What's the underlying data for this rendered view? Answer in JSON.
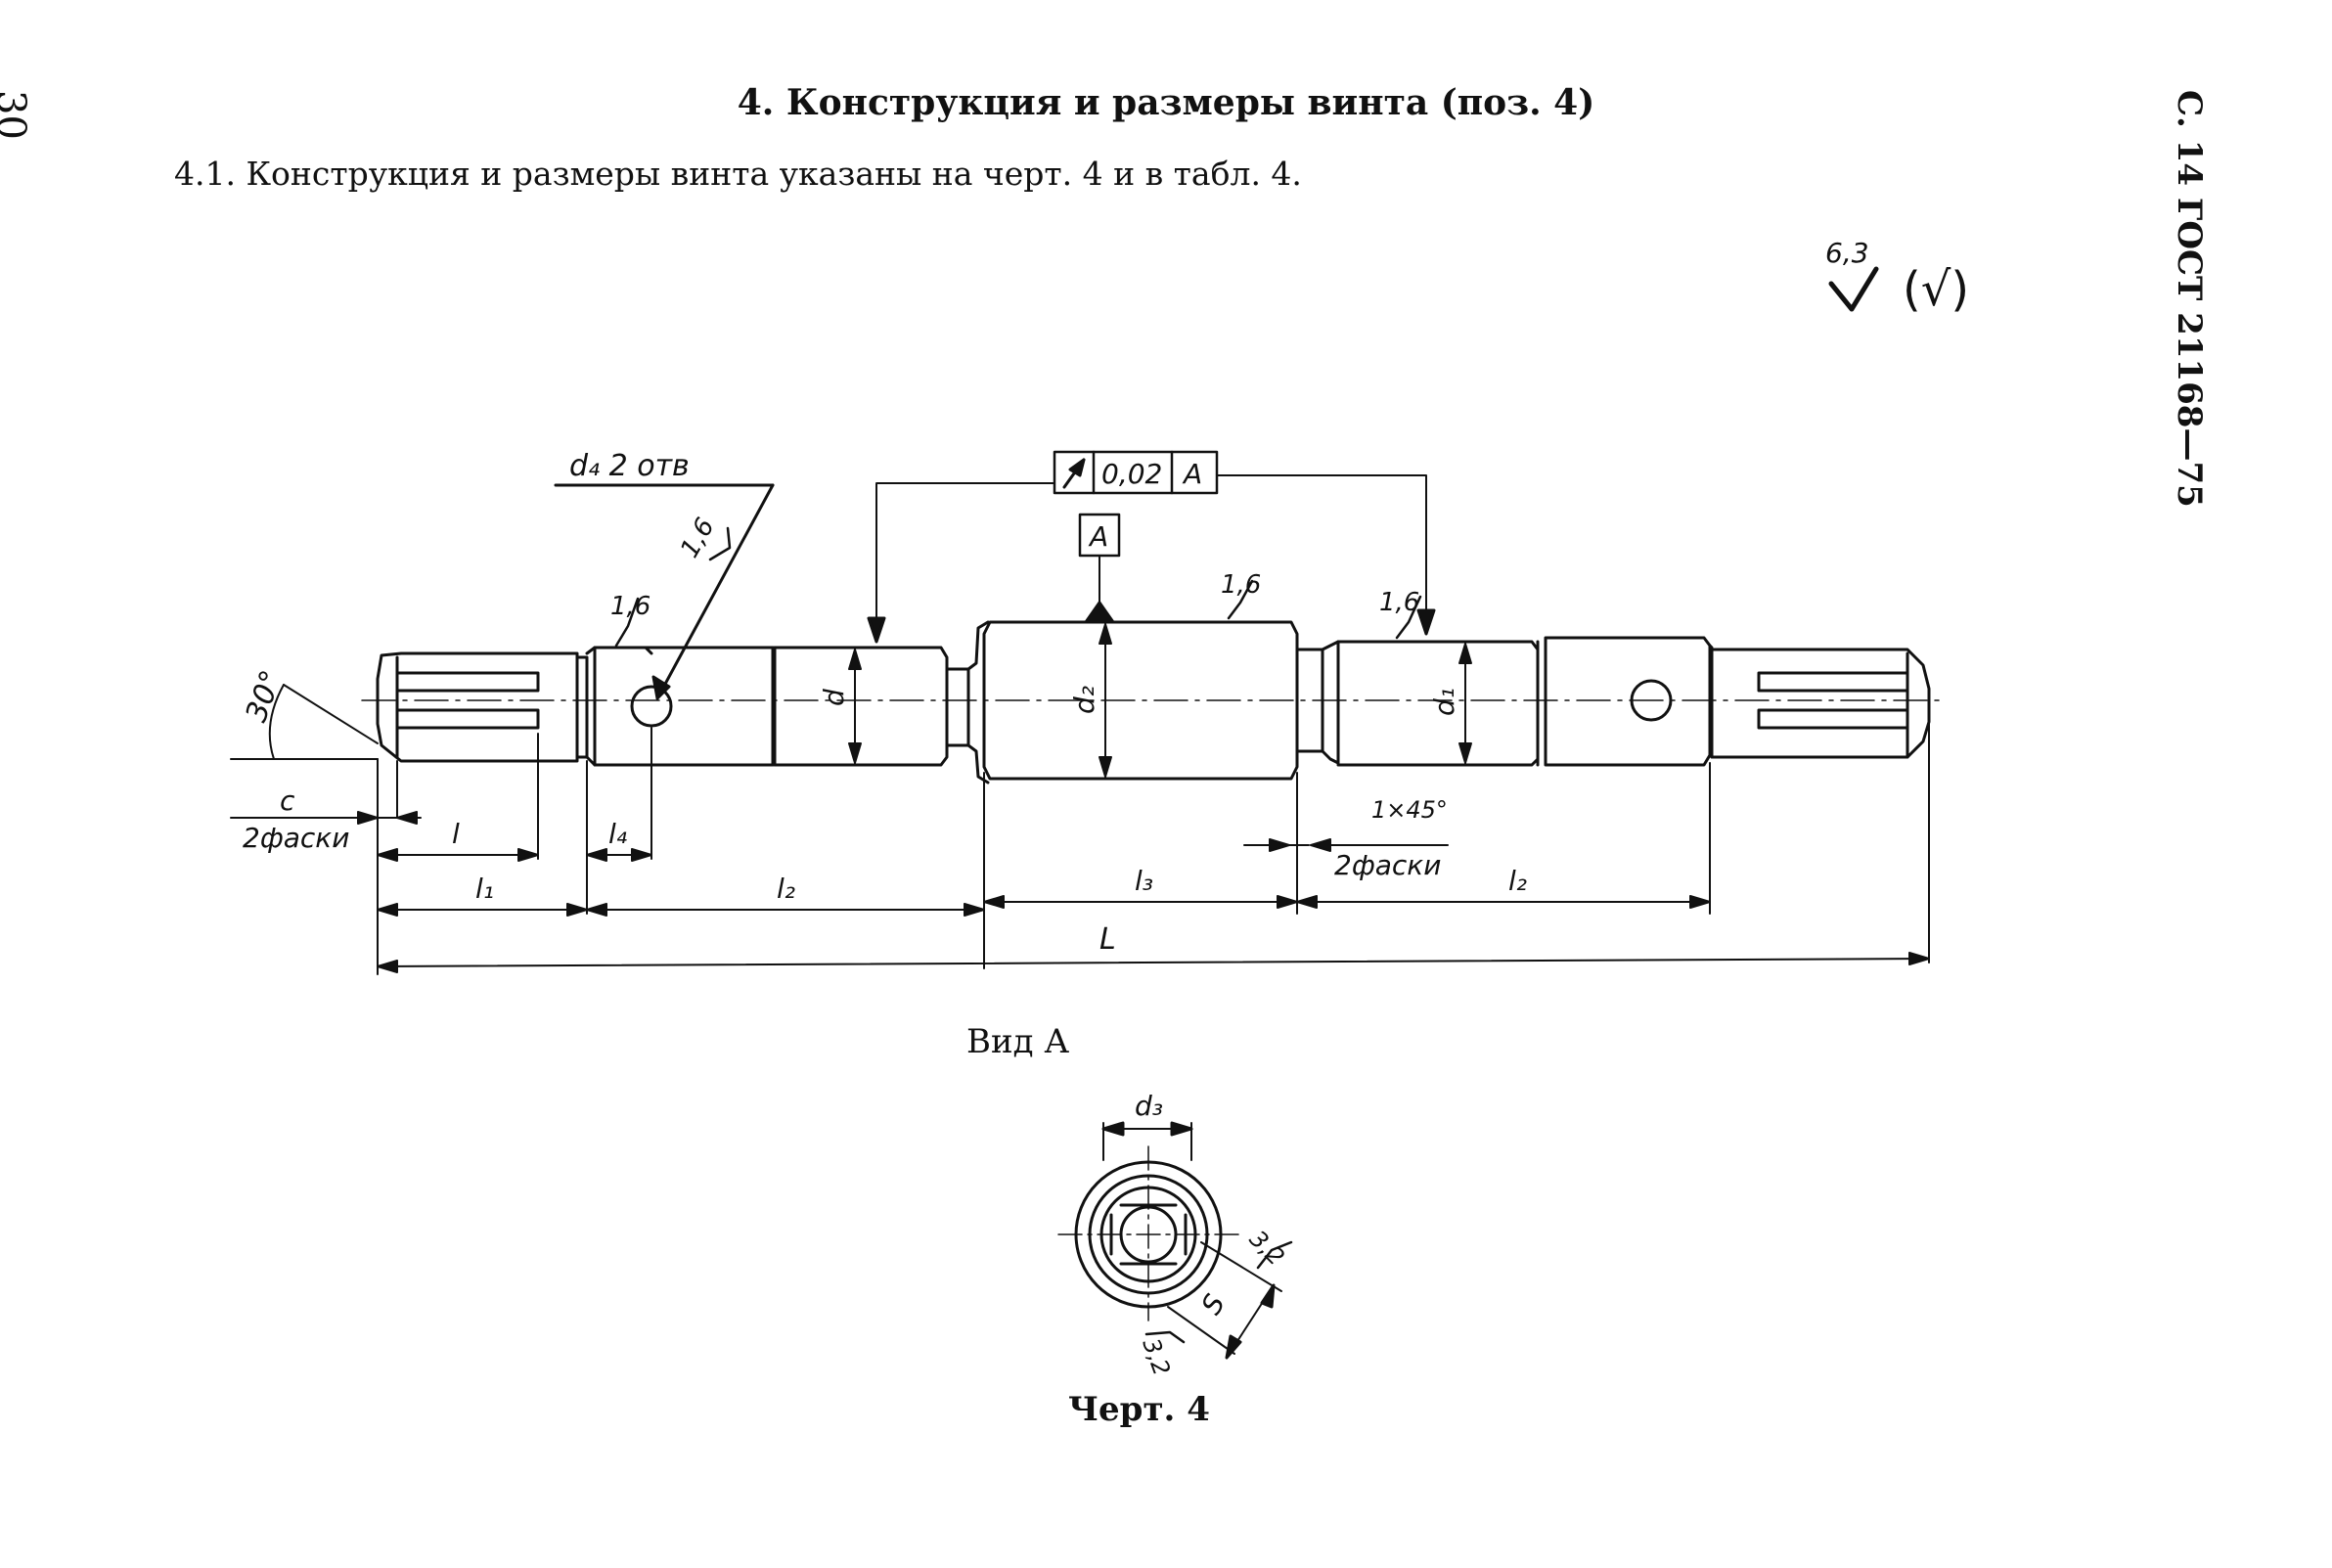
{
  "page_number": "30",
  "margin_header": "С. 14 ГОСТ 21168—75",
  "section_title": "4. Конструкция и размеры винта (поз. 4)",
  "paragraph": "4.1. Конструкция и размеры винта указаны на черт. 4 и в табл. 4.",
  "drawing": {
    "roughness_general": "6,3",
    "roughness_general_paren": "(√)",
    "roughness_1_6": "1,6",
    "roughness_3_2": "3,2",
    "hole_note": "d₄ 2 отв",
    "tolerance_value": "0,02",
    "datum": "A",
    "angle": "30°",
    "chamfer_c": "c",
    "chamfers_2": "2фаски",
    "chamfer_1x45": "1×45°",
    "dim_l": "l",
    "dim_l1": "l₁",
    "dim_l2": "l₂",
    "dim_l3": "l₃",
    "dim_l4": "l₄",
    "dim_L": "L",
    "dim_d": "d",
    "dim_d1": "d₁",
    "dim_d2": "d₂",
    "dim_d3": "d₃",
    "dim_S": "S",
    "view_label": "Вид А",
    "caption": "Черт. 4"
  }
}
